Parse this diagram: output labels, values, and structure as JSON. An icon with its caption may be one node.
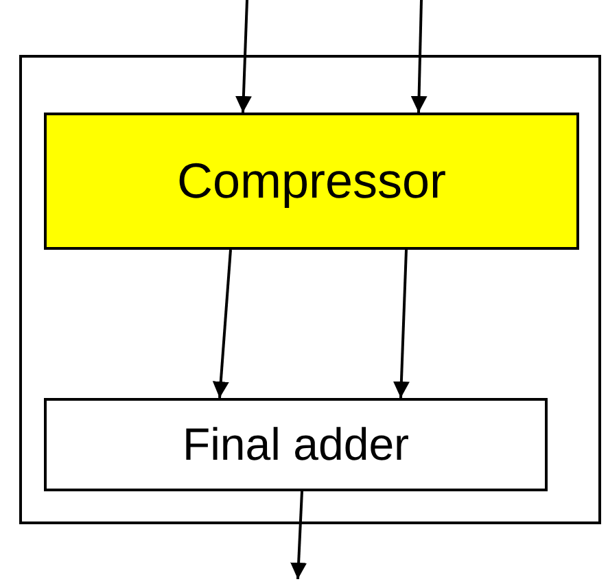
{
  "diagram": {
    "nodes": [
      {
        "text": [],
        "shape": "box"
      },
      {
        "text": [
          "Compressor"
        ],
        "in": 0
      },
      {
        "text": [
          "Final adder"
        ],
        "in": 0
      }
    ],
    "edges": [
      {
        "from": null,
        "to": 1,
        "arrow": "to"
      },
      {
        "from": null,
        "to": 1,
        "arrow": "to"
      },
      {
        "from": 1,
        "to": 2,
        "arrow": "to"
      },
      {
        "from": 1,
        "to": 2,
        "arrow": "to"
      },
      {
        "from": 2,
        "to": null,
        "arrow": "to"
      }
    ]
  }
}
